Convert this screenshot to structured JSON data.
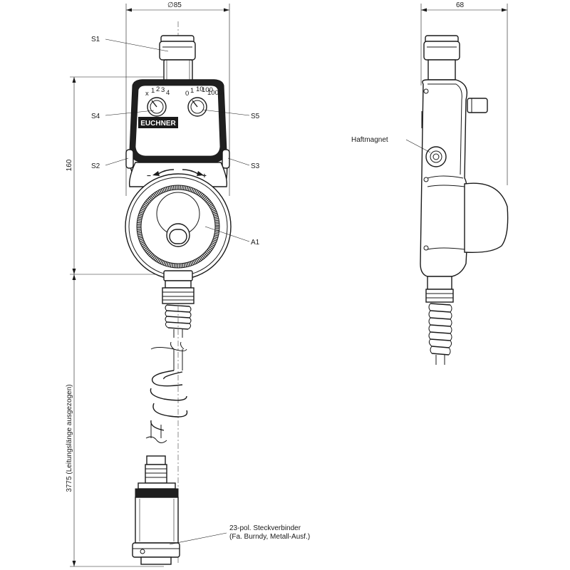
{
  "dimensions": {
    "diameter": "∅85",
    "side_width": "68",
    "height": "160",
    "cable_length": "3775 (Leitungslänge ausgezogen)"
  },
  "labels": {
    "s1": "S1",
    "s2": "S2",
    "s3": "S3",
    "s4": "S4",
    "s5": "S5",
    "a1": "A1",
    "magnet": "Haftmagnet",
    "connector_line1": "23-pol. Steckverbinder",
    "connector_line2": "(Fa. Burndy, Metall-Ausf.)"
  },
  "brand": "EUCHNER",
  "dial_left": {
    "scale": [
      "x",
      "1",
      "2",
      "3",
      "4"
    ]
  },
  "dial_right": {
    "scale": [
      "0",
      "1",
      "10",
      "100",
      "1000"
    ]
  },
  "handwheel_signs": {
    "minus": "−",
    "plus": "+"
  }
}
